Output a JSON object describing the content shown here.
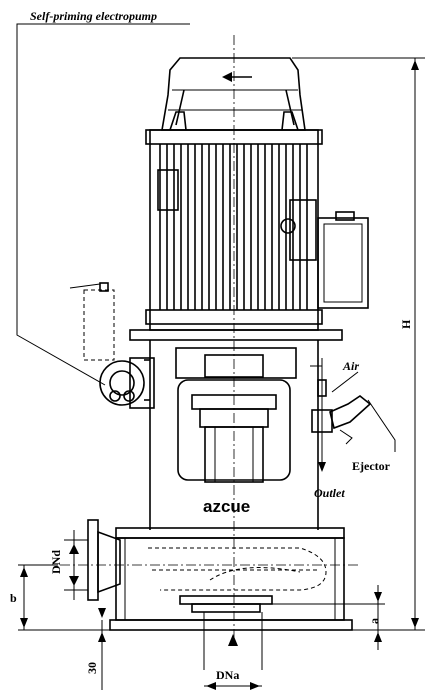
{
  "labels": {
    "title": "Self-priming electropump",
    "air": "Air",
    "ejector": "Ejector",
    "outlet": "Outlet",
    "brand": "azcue",
    "dim_h": "H",
    "dim_dnd": "DNd",
    "dim_b": "b",
    "dim_a": "a",
    "dim_30": "30",
    "dim_dna": "DNa"
  }
}
